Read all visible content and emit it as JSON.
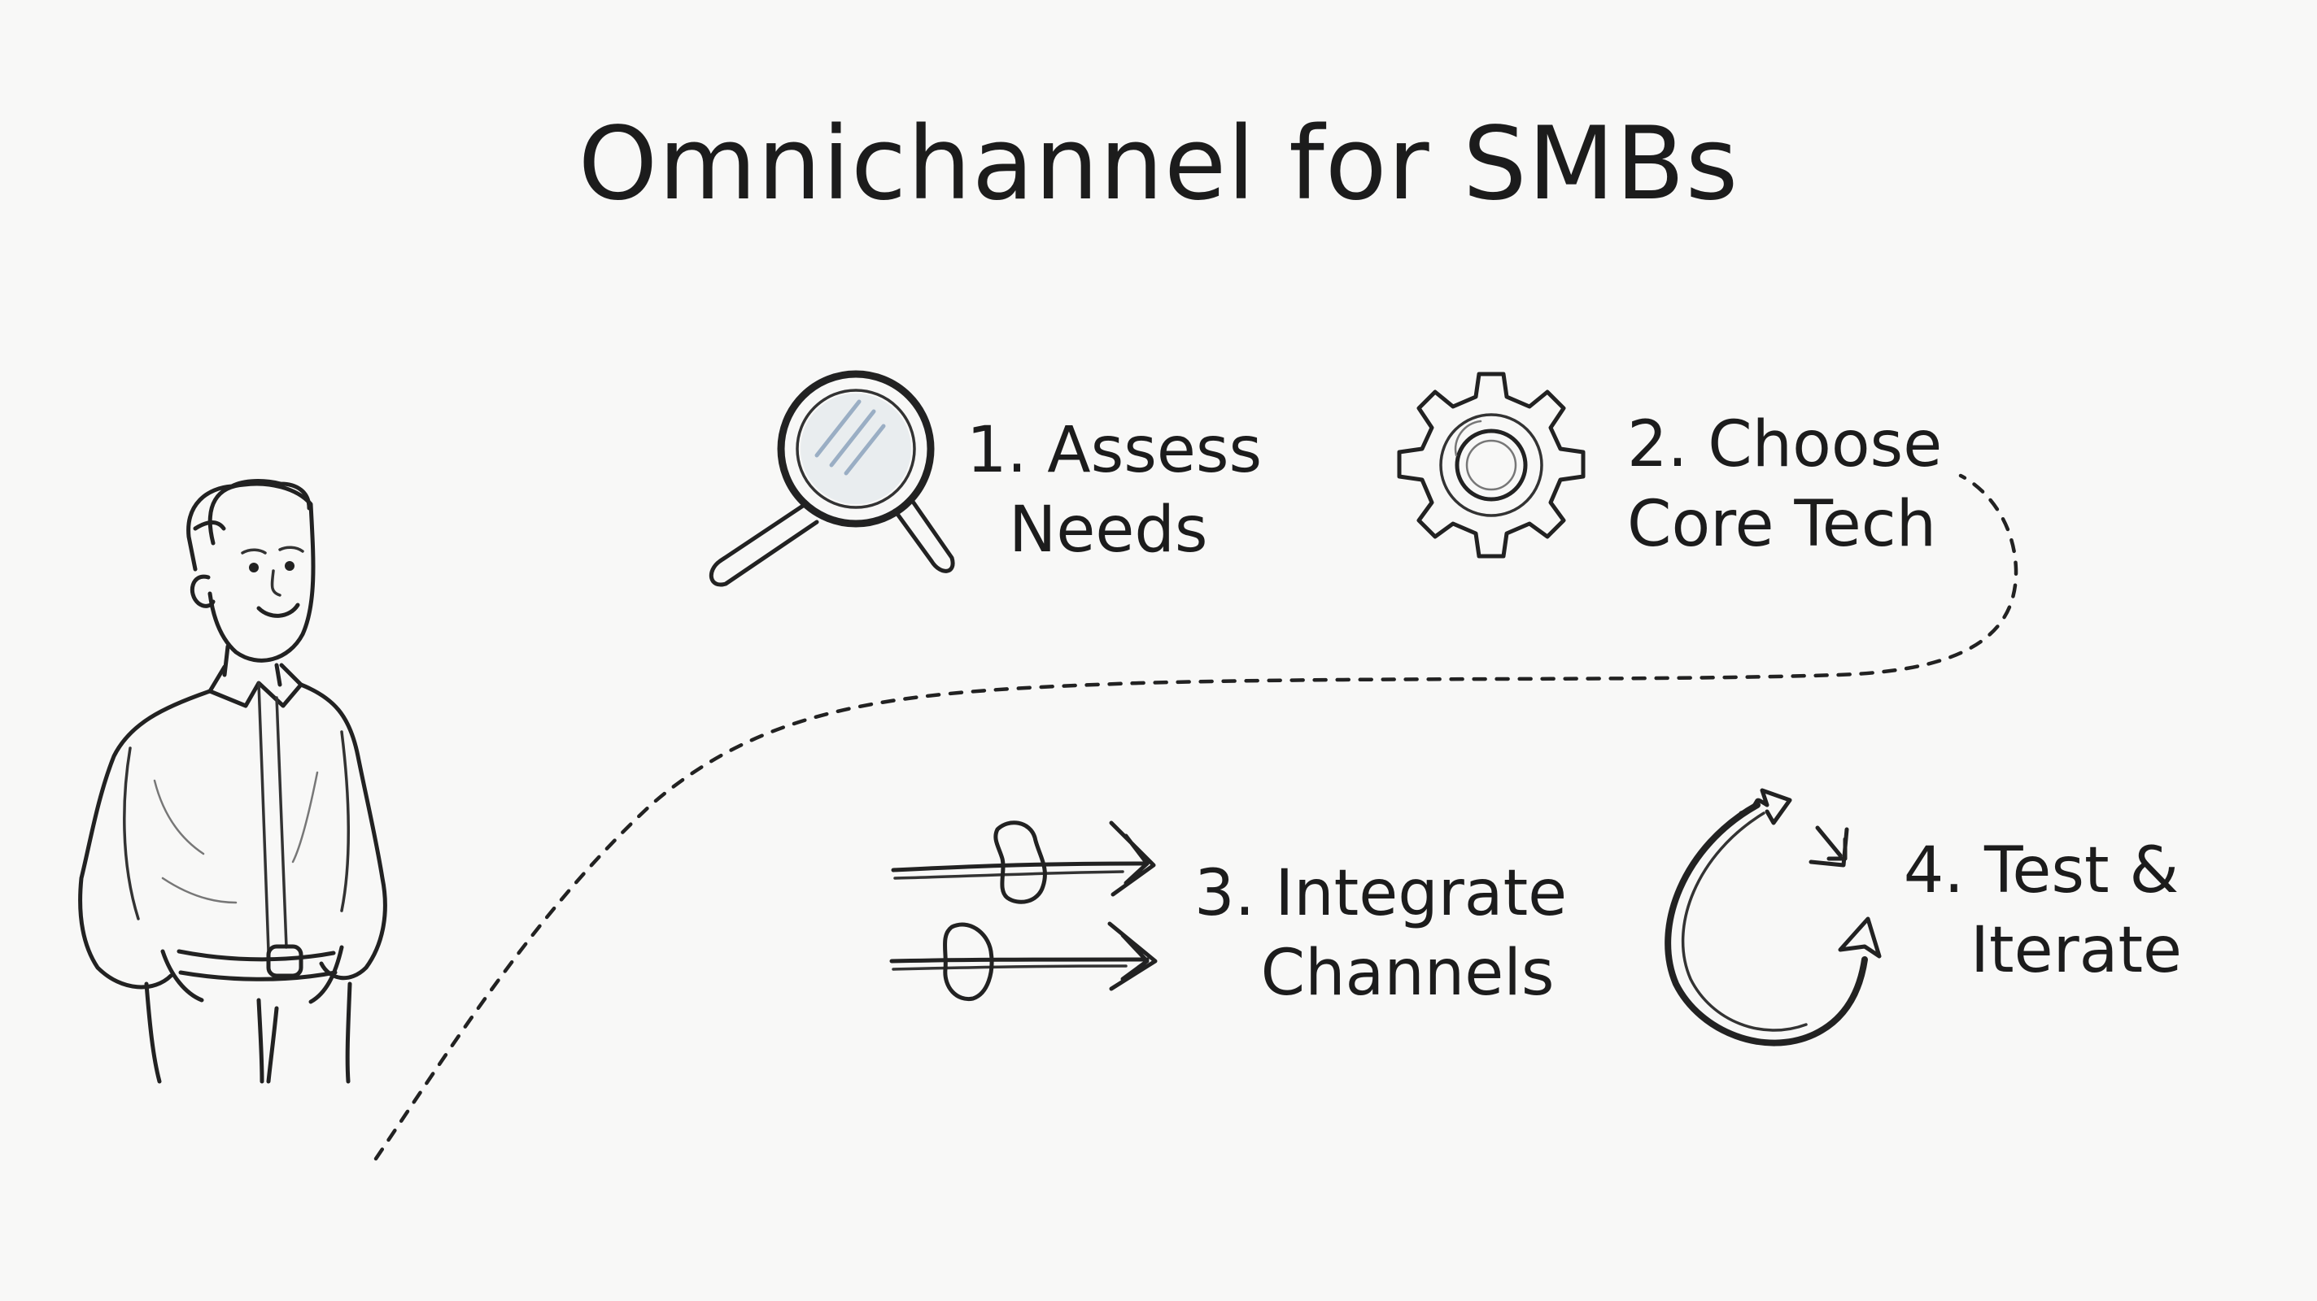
{
  "title": "Omnichannel for SMBs",
  "steps": [
    {
      "line1": "1. Assess",
      "line2": "Needs",
      "icon": "magnifying-glass-icon"
    },
    {
      "line1": "2. Choose",
      "line2": "Core Tech",
      "icon": "gear-icon"
    },
    {
      "line1": "3. Integrate",
      "line2": "Channels",
      "icon": "arrows-icon"
    },
    {
      "line1": "4. Test &",
      "line2": "Iterate",
      "icon": "cycle-arrow-icon"
    }
  ],
  "colors": {
    "ink": "#222222",
    "background": "#f8f8f7",
    "lens_tint": "#a9bccf"
  }
}
